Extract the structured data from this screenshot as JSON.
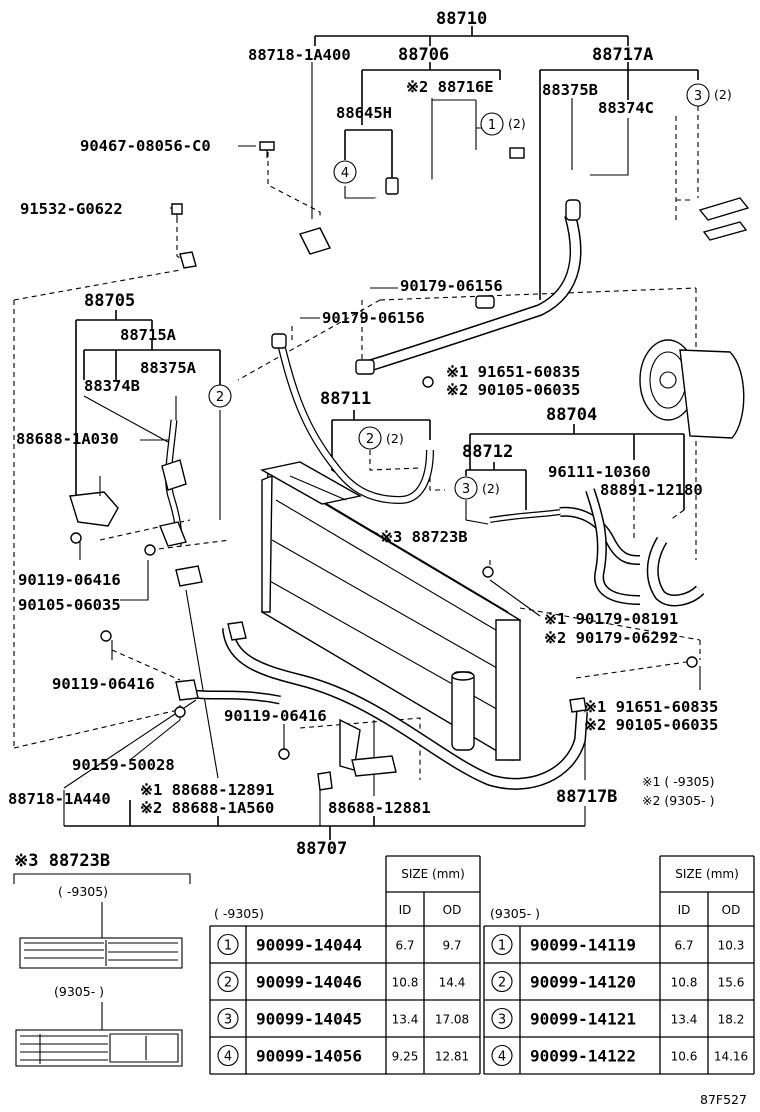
{
  "labels": {
    "l88710": "88710",
    "l88718_1a400": "88718-1A400",
    "l88706": "88706",
    "l88717a": "88717A",
    "l88716e": "※2 88716E",
    "l88375b": "88375B",
    "l88374c": "88374C",
    "l88645h": "88645H",
    "l90467": "90467-08056-C0",
    "l91532": "91532-G0622",
    "l90179_06156a": "90179-06156",
    "l90179_06156b": "90179-06156",
    "l88705": "88705",
    "l88715a": "88715A",
    "l88375a": "88375A",
    "l88374b": "88374B",
    "l91651a": "※1 91651-60835",
    "l90105a": "※2 90105-06035",
    "l88711": "88711",
    "l88704": "88704",
    "l88688_1a030": "88688-1A030",
    "l88712": "88712",
    "l96111": "96111-10360",
    "l88891": "88891-12180",
    "l88723b": "※3 88723B",
    "l90119a": "90119-06416",
    "l90105b": "90105-06035",
    "l90179_08191": "※1 90179-08191",
    "l90179_06292": "※2 90179-06292",
    "l90119b": "90119-06416",
    "l91651b": "※1 91651-60835",
    "l90105c": "※2 90105-06035",
    "l90119c": "90119-06416",
    "l90159": "90159-50028",
    "l88718_1a440": "88718-1A440",
    "l88688_12891": "※1 88688-12891",
    "l88688_1a560": "※2 88688-1A560",
    "l88688_12881": "88688-12881",
    "l88717b": "88717B",
    "l88707": "88707",
    "fig_code": "87F527"
  },
  "qty": {
    "q1a": "(2)",
    "q3a": "(2)",
    "q2a": "(2)",
    "q3b": "(2)"
  },
  "notes": {
    "note1": "※1 (      -9305)",
    "note2": "※2 (9305-      )"
  },
  "callouts": {
    "c1": "1",
    "c2": "2",
    "c3": "3",
    "c4": "4"
  },
  "label_inset": {
    "title": "※3 88723B",
    "period1": "(       -9305)",
    "period2": "(9305-       )"
  },
  "table_left": {
    "period": "(       -9305)",
    "size_header": "SIZE (mm)",
    "col_id": "ID",
    "col_od": "OD",
    "rows": [
      {
        "num": "1",
        "part": "90099-14044",
        "id": "6.7",
        "od": "9.7"
      },
      {
        "num": "2",
        "part": "90099-14046",
        "id": "10.8",
        "od": "14.4"
      },
      {
        "num": "3",
        "part": "90099-14045",
        "id": "13.4",
        "od": "17.08"
      },
      {
        "num": "4",
        "part": "90099-14056",
        "id": "9.25",
        "od": "12.81"
      }
    ]
  },
  "table_right": {
    "period": "(9305-       )",
    "size_header": "SIZE (mm)",
    "col_id": "ID",
    "col_od": "OD",
    "rows": [
      {
        "num": "1",
        "part": "90099-14119",
        "id": "6.7",
        "od": "10.3"
      },
      {
        "num": "2",
        "part": "90099-14120",
        "id": "10.8",
        "od": "15.6"
      },
      {
        "num": "3",
        "part": "90099-14121",
        "id": "13.4",
        "od": "18.2"
      },
      {
        "num": "4",
        "part": "90099-14122",
        "id": "10.6",
        "od": "14.16"
      }
    ]
  }
}
